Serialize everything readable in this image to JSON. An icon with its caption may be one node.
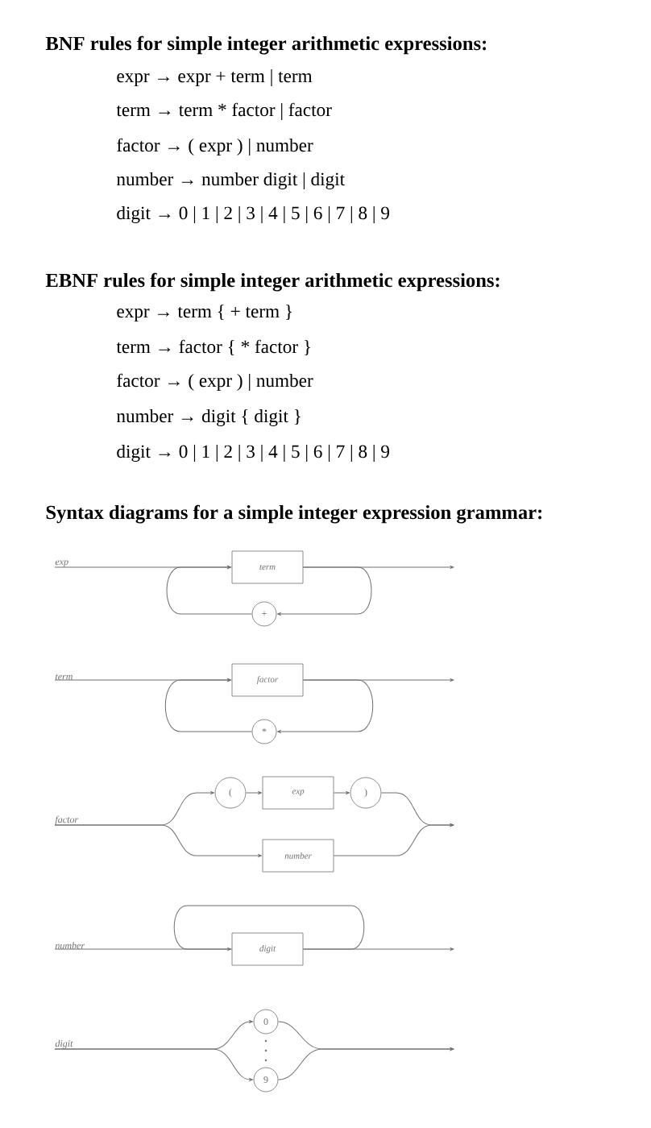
{
  "diagram": {
    "nodes": [
      {
        "text": [
          "exp"
        ]
      },
      {
        "text": [
          "term"
        ]
      },
      {
        "text": [
          "+"
        ]
      },
      {
        "text": [
          "term"
        ]
      },
      {
        "text": [
          "factor"
        ]
      },
      {
        "text": [
          "*"
        ]
      },
      {
        "text": [
          "factor"
        ]
      },
      {
        "text": [
          "("
        ]
      },
      {
        "text": [
          "exp"
        ]
      },
      {
        "text": [
          ")"
        ]
      },
      {
        "text": [
          "number"
        ]
      },
      {
        "text": [
          "number"
        ]
      },
      {
        "text": [
          "digit"
        ]
      },
      {
        "text": [
          "digit"
        ]
      },
      {
        "text": [
          "0"
        ]
      },
      {
        "text": [
          "9"
        ]
      }
    ],
    "edges": [
      {
        "from": 0,
        "to": 1,
        "arrow": "to"
      },
      {
        "from": 1,
        "to": 2,
        "arrow": "to"
      },
      {
        "from": 2,
        "to": 1,
        "arrow": "to"
      },
      {
        "from": 1,
        "to": null,
        "arrow": "to"
      },
      {
        "from": 3,
        "to": 4,
        "arrow": "to"
      },
      {
        "from": 4,
        "to": 5,
        "arrow": "to"
      },
      {
        "from": 5,
        "to": 4,
        "arrow": "to"
      },
      {
        "from": 4,
        "to": null,
        "arrow": "to"
      },
      {
        "from": 6,
        "to": 7,
        "arrow": "to"
      },
      {
        "from": 7,
        "to": 8,
        "arrow": "to"
      },
      {
        "from": 8,
        "to": 9,
        "arrow": "to"
      },
      {
        "from": 9,
        "to": null,
        "arrow": "to"
      },
      {
        "from": 6,
        "to": 10,
        "arrow": "to"
      },
      {
        "from": 10,
        "to": null,
        "arrow": "to"
      },
      {
        "from": 11,
        "to": 12,
        "arrow": "to"
      },
      {
        "from": 12,
        "to": 12,
        "arrow": "none"
      },
      {
        "from": 12,
        "to": null,
        "arrow": "to"
      },
      {
        "from": 13,
        "to": 14,
        "arrow": "to"
      },
      {
        "from": 13,
        "to": 15,
        "arrow": "to"
      },
      {
        "from": 14,
        "to": null,
        "arrow": "to"
      },
      {
        "from": 15,
        "to": null,
        "arrow": "to"
      }
    ],
    "labels": [
      "BNF rules for simple integer arithmetic expressions:",
      "expr → expr + term | term",
      "term → term * factor | factor",
      "factor → ( expr ) | number",
      "number → number digit | digit",
      "digit → 0 | 1 | 2 | 3 | 4 | 5 | 6 | 7 | 8 | 9",
      "EBNF rules for simple integer arithmetic expressions:",
      "expr → term { + term }",
      "term → factor { * factor }",
      "factor → ( expr ) | number",
      "number → digit { digit }",
      "digit → 0 | 1 | 2 | 3 | 4 | 5 | 6 | 7 | 8 | 9",
      "Syntax diagrams for a simple integer expression grammar:"
    ]
  }
}
